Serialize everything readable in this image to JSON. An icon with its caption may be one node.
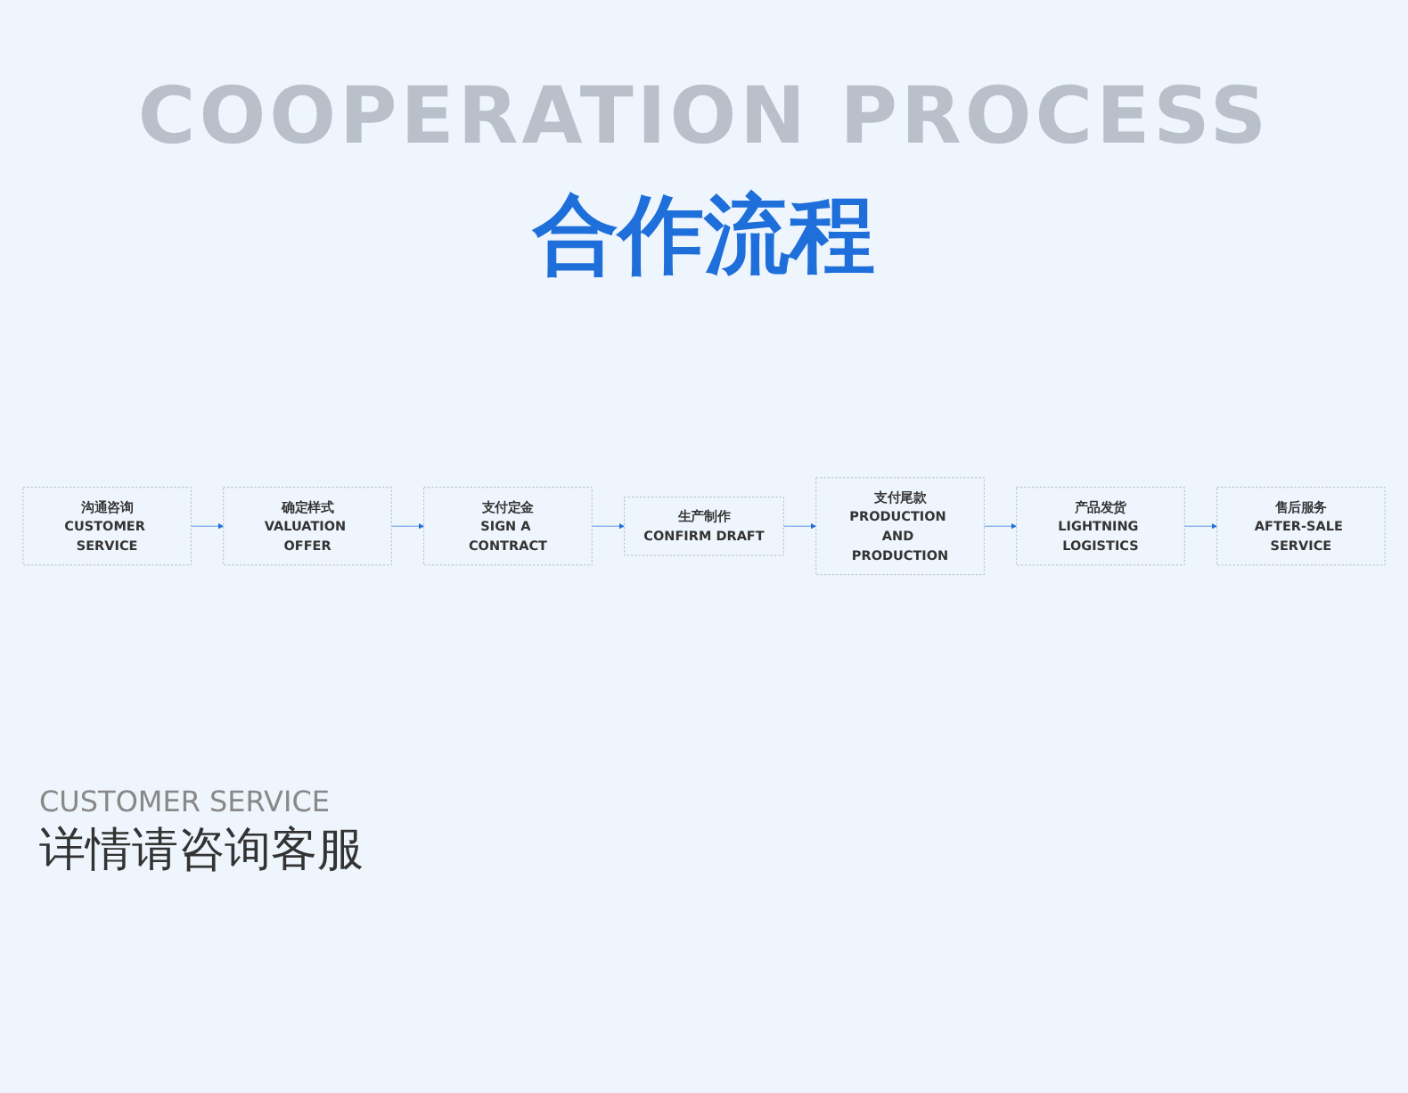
{
  "diagram": {
    "title": "合作流程",
    "nodes": [
      {
        "text": [
          "沟通咨询",
          "CUSTOMER SERVICE"
        ]
      },
      {
        "text": [
          "确定样式",
          "VALUATION OFFER"
        ]
      },
      {
        "text": [
          "支付定金",
          "SIGN A CONTRACT"
        ]
      },
      {
        "text": [
          "生产制作",
          "CONFIRM DRAFT"
        ]
      },
      {
        "text": [
          "售后服务",
          "AFTER-SALE SERVICE"
        ]
      },
      {
        "text": [
          "产品发货",
          "LIGHTNING LOGISTICS"
        ]
      },
      {
        "text": [
          "支付尾款",
          "PRODUCTION AND PRODUCTION"
        ]
      }
    ],
    "edges": [
      {
        "from": 0,
        "to": 1,
        "arrow": "to"
      },
      {
        "from": 1,
        "to": 2,
        "arrow": "to"
      },
      {
        "from": 2,
        "to": 3,
        "arrow": "to"
      },
      {
        "from": 3,
        "to": 6,
        "arrow": "to"
      },
      {
        "from": 6,
        "to": 5,
        "arrow": "to"
      },
      {
        "from": 5,
        "to": 4,
        "arrow": "to"
      }
    ],
    "labels": [
      "COOPERATION PROCESS",
      "CUSTOMER SERVICE",
      "详情请咨询客服"
    ]
  }
}
